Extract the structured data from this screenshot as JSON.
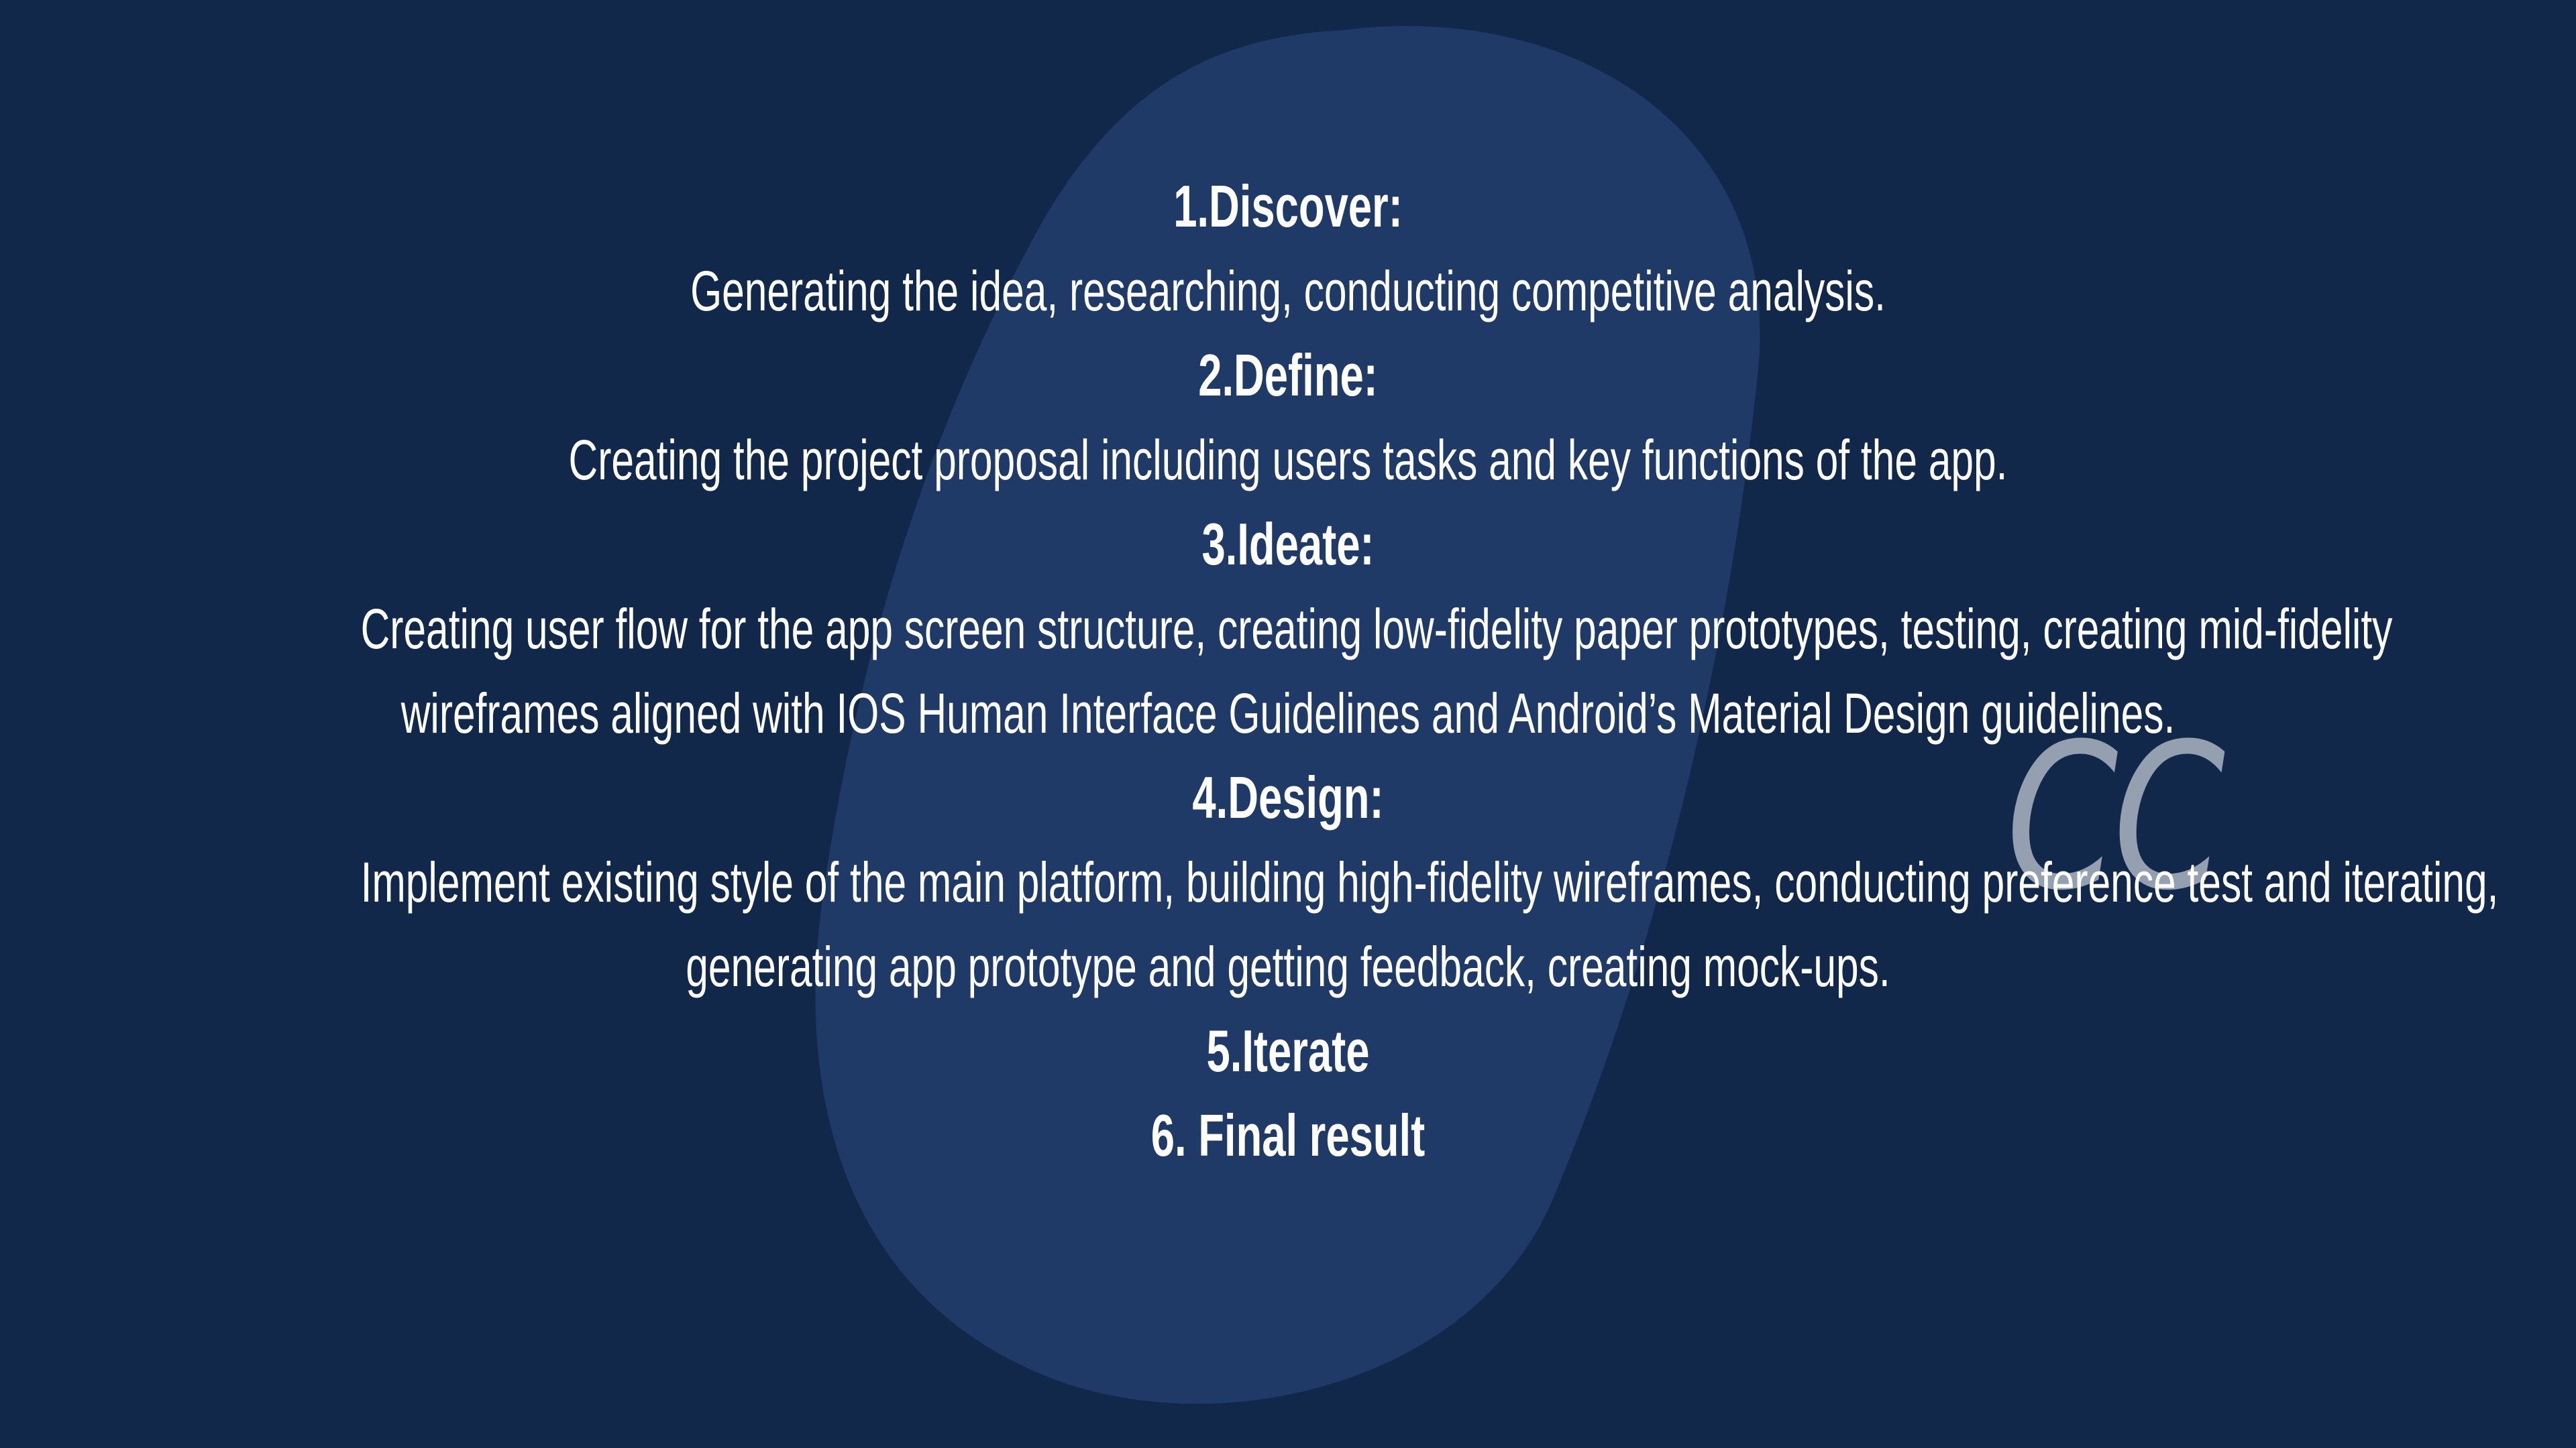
{
  "watermark": {
    "mark_text": "CC"
  },
  "steps": [
    {
      "heading": "1.Discover:",
      "lines": [
        "Generating the idea, researching, conducting competitive analysis."
      ]
    },
    {
      "heading": "2.Define:",
      "lines": [
        "Creating the project proposal including users tasks and key functions of the app."
      ]
    },
    {
      "heading": "3.Ideate:",
      "lines": [
        "Creating user flow for the app screen structure, creating low-fidelity paper prototypes, testing, creating mid-fidelity",
        "wireframes aligned with IOS Human Interface Guidelines and Android’s Material Design guidelines."
      ]
    },
    {
      "heading": "4.Design:",
      "lines": [
        "Implement existing style of the main platform, building high-fidelity wireframes, conducting preference test and iterating,",
        "generating app prototype and getting feedback, creating mock-ups."
      ]
    },
    {
      "heading": "5.Iterate",
      "lines": []
    },
    {
      "heading": "6. Final result",
      "lines": []
    }
  ],
  "colors": {
    "background": "#11284b",
    "blob": "#1f3a67",
    "text": "#ffffff",
    "monogram": "#a0aab9"
  }
}
